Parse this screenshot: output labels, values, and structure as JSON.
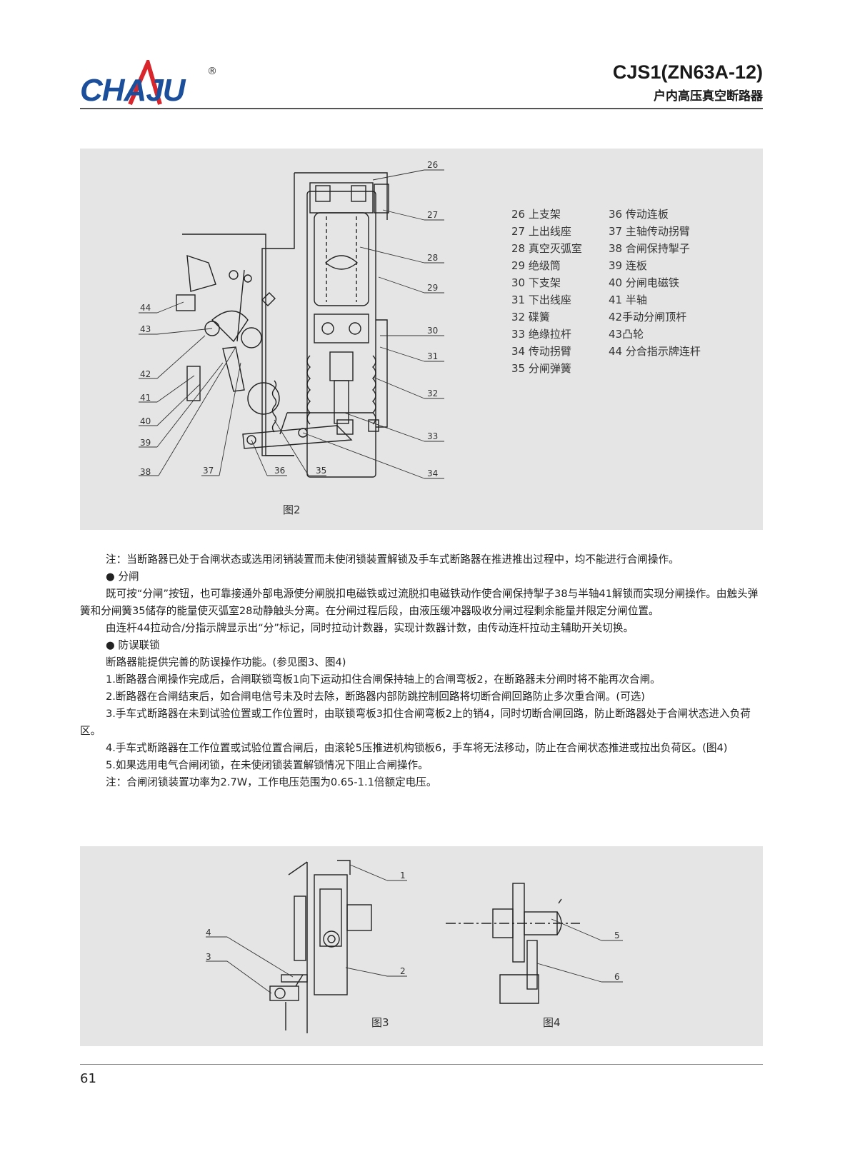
{
  "header": {
    "logo_text": "CHAJU",
    "logo_reg": "®",
    "model_title": "CJS1(ZN63A-12)",
    "model_subtitle": "户内高压真空断路器"
  },
  "figure2": {
    "caption": "图2",
    "callouts": [
      "26",
      "27",
      "28",
      "29",
      "30",
      "31",
      "32",
      "33",
      "34",
      "35",
      "36",
      "37",
      "38",
      "39",
      "40",
      "41",
      "42",
      "43",
      "44"
    ],
    "legend_left": [
      "26 上支架",
      "27 上出线座",
      "28 真空灭弧室",
      "29 绝级筒",
      "30 下支架",
      "31 下出线座",
      "32 碟簧",
      "33 绝缘拉杆",
      "34 传动拐臂",
      "35 分闸弹簧"
    ],
    "legend_right": [
      "36 传动连板",
      "37 主轴传动拐臂",
      "38 合闸保持掣子",
      "39 连板",
      "40 分闸电磁铁",
      "41 半轴",
      "42手动分闸顶杆",
      "43凸轮",
      "44 分合指示牌连杆"
    ]
  },
  "body": {
    "note1": "注：当断路器已处于合闸状态或选用闭销装置而未使闭锁装置解锁及手车式断路器在推进推出过程中，均不能进行合闸操作。",
    "bullet_open": "● 分闸",
    "para_open": "既可按“分闸”按钮，也可靠接通外部电源使分闸脱扣电磁铁或过流脱扣电磁铁动作使合闸保持掣子38与半轴41解锁而实现分闸操作。由触头弹簧和分闸簧35储存的能量使灭弧室28动静触头分离。在分闸过程后段，由液压缓冲器吸收分闸过程剩余能量并限定分闸位置。",
    "para_counter": "由连杆44拉动合/分指示牌显示出“分”标记，同时拉动计数器，实现计数器计数，由传动连杆拉动主辅助开关切换。",
    "bullet_interlock": "● 防误联锁",
    "para_interlock": "断路器能提供完善的防误操作功能。(参见图3、图4)",
    "item1": "1.断路器合闸操作完成后，合闸联锁弯板1向下运动扣住合闸保持轴上的合闸弯板2，在断路器未分闸时将不能再次合闸。",
    "item2": "2.断路器在合闸结束后，如合闸电信号未及时去除，断路器内部防跳控制回路将切断合闸回路防止多次重合闸。(可选)",
    "item3": "3.手车式断路器在未到试验位置或工作位置时，由联锁弯板3扣住合闸弯板2上的销4，同时切断合闸回路，防止断路器处于合闸状态进入负荷区。",
    "item4": "4.手车式断路器在工作位置或试验位置合闸后，由滚轮5压推进机构锁板6，手车将无法移动，防止在合闸状态推进或拉出负荷区。(图4)",
    "item5": "5.如果选用电气合闸闭锁，在未使闭锁装置解锁情况下阻止合闸操作。",
    "note2": "注：合闸闭锁装置功率为2.7W，工作电压范围为0.65-1.1倍额定电压。"
  },
  "figure3": {
    "caption": "图3",
    "callouts": [
      "1",
      "2",
      "3",
      "4"
    ]
  },
  "figure4": {
    "caption": "图4",
    "callouts": [
      "5",
      "6"
    ]
  },
  "footer": {
    "page_number": "61"
  }
}
